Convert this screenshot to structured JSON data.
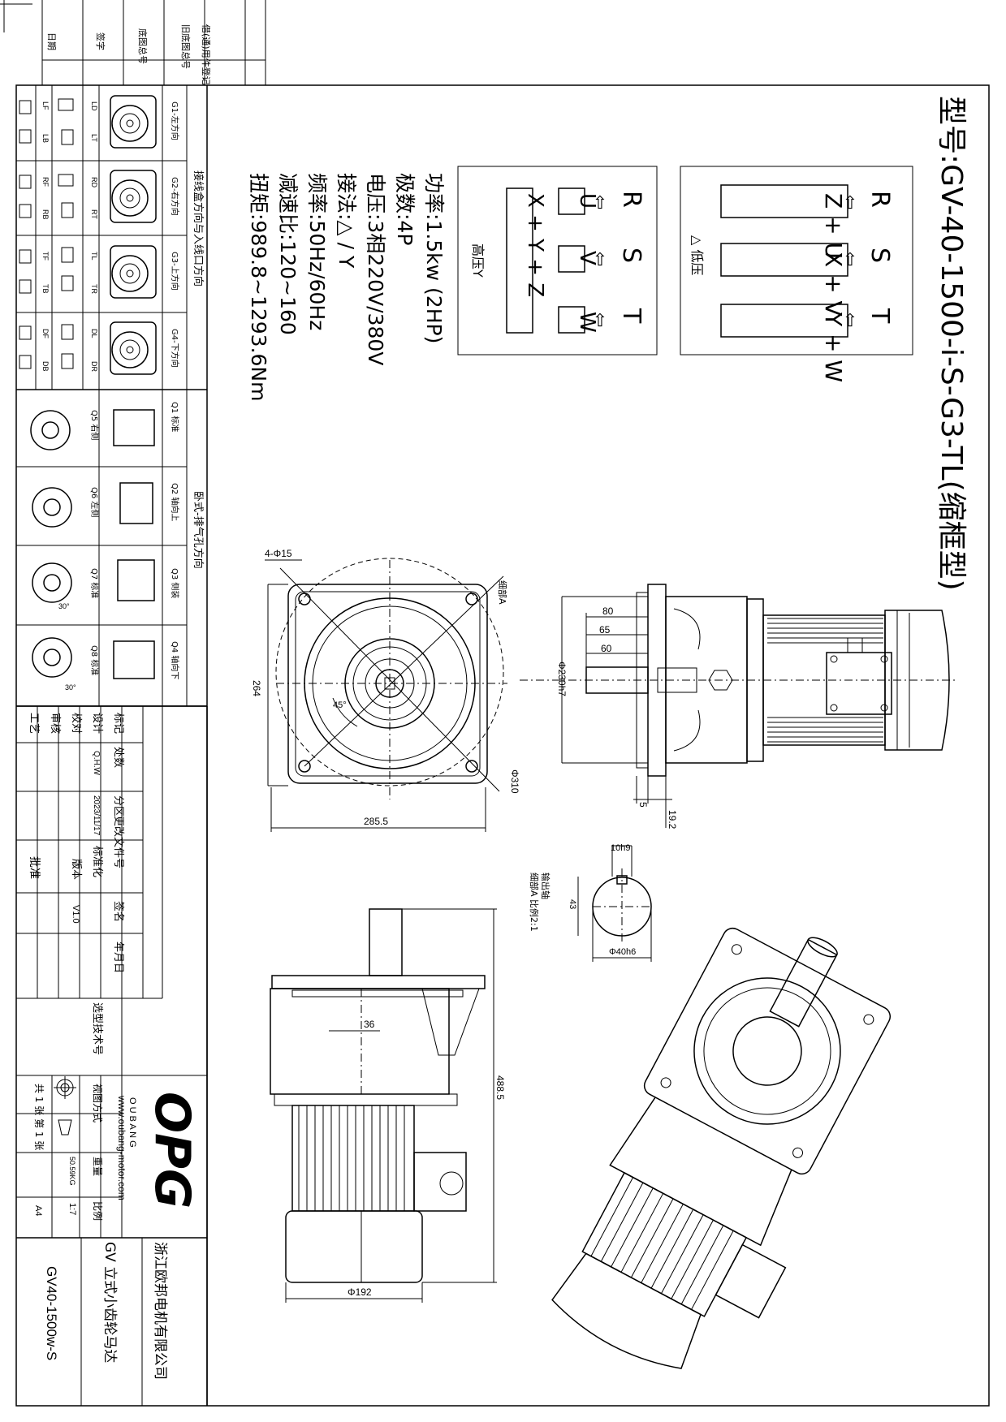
{
  "model_title": "型号:GV-40-1500-i-S-G3-TL(缩框型)",
  "specs": {
    "power": "功率:1.5kw (2HP)",
    "poles": "极数:4P",
    "voltage": "电压:3相220V/380V",
    "connection": "接法:△ / Y",
    "frequency": "频率:50Hz/60Hz",
    "ratio": "减速比:120~160",
    "torque": "扭矩:989.8~1293.6Nm"
  },
  "wiring": {
    "low_voltage": {
      "label": "△ 低压",
      "terminals": [
        "R",
        "S",
        "T"
      ],
      "arrow": "⇦",
      "boxes": [
        "Z + U",
        "X + V",
        "Y + W"
      ]
    },
    "high_voltage": {
      "label": "高压Y",
      "terminals": [
        "R",
        "S",
        "T"
      ],
      "arrow": "⇦",
      "boxes": [
        "U",
        "V",
        "W"
      ],
      "bottom_box": "X + Y + Z"
    }
  },
  "dimensions": {
    "d80": "80",
    "d65": "65",
    "d60": "60",
    "d230": "Φ230h7",
    "d5": "5",
    "d19_2": "19.2",
    "d4_15": "4-Φ15",
    "detail_a": "细部A",
    "d264": "264",
    "d45": "45°",
    "d310": "Φ310",
    "d285_5": "285.5",
    "d10h9": "10h9",
    "d43": "43",
    "d40h6": "Φ40h6",
    "shaft_note1": "输出轴",
    "shaft_note2": "细部A 比例2:1",
    "d36": "36",
    "d488_5": "488.5",
    "d192": "Φ192"
  },
  "orientation_panel": {
    "title_horizontal": "接线盒方向与入线口方向",
    "title_vertical": "卧式-排气孔方向",
    "rows": [
      {
        "label": "G1-左方向",
        "codes": [
          "LD",
          "LT",
          "LF",
          "LB"
        ]
      },
      {
        "label": "G2-右方向",
        "codes": [
          "RD",
          "RT",
          "RF",
          "RB"
        ]
      },
      {
        "label": "G3-上方向",
        "codes": [
          "TL",
          "TR",
          "TF",
          "TB"
        ]
      },
      {
        "label": "G4-下方向",
        "codes": [
          "DL",
          "DR",
          "DF",
          "DB"
        ]
      }
    ],
    "mount_rows": [
      {
        "top": "Q1 标准",
        "bottom": "Q5 右侧"
      },
      {
        "top": "Q2 轴向上",
        "bottom": "Q6 左侧"
      },
      {
        "top": "Q3 侧装",
        "bottom": "Q7 标准"
      },
      {
        "top": "Q4 轴向下",
        "bottom": "Q8 标准"
      }
    ],
    "angle_30": "30°"
  },
  "revision_block": {
    "top_labels": [
      "借(通)用件登记",
      "旧底图总号",
      "底图总号",
      "签字",
      "日期"
    ]
  },
  "title_block": {
    "标记": "标记",
    "处数": "处数",
    "分区": "分区",
    "更改文件号": "更改文件号",
    "签名": "签名",
    "年月日": "年月日",
    "设计": "设计",
    "designer": "Q.H.W",
    "date": "2023/11/17",
    "标准化": "标准化",
    "校对": "校对",
    "版本": "版本",
    "version": "V1.0",
    "审核": "审核",
    "工艺": "工艺",
    "批准": "批准",
    "tech_no": "选型技术号",
    "view_method": "视图方式",
    "weight_label": "重量",
    "weight": "50.59KG",
    "scale_label": "比例",
    "scale": "1:7",
    "paper": "A4",
    "sheets": "共 1 张 第 1 张",
    "logo": "OPG",
    "brand": "O U B A N G",
    "website": "www.oubang-motor.com",
    "company": "浙江欧邦电机有限公司",
    "product_name": "GV 立式小齿轮马达",
    "drawing_no": "GV40-1500w-S"
  }
}
